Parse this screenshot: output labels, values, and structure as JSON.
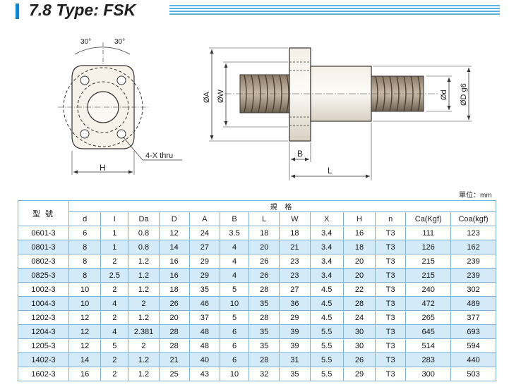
{
  "title": "7.8 Type: FSK",
  "drawing": {
    "angle_left": "30°",
    "angle_right": "30°",
    "label_H": "H",
    "label_holes": "4-X thru",
    "label_phiA": "ØA",
    "label_phiW": "ØW",
    "label_phid": "Ød",
    "label_phiD": "ØD g6",
    "label_B": "B",
    "label_L": "L"
  },
  "unit_note": "單位：mm",
  "table": {
    "model_header": "型 號",
    "spec_header": "規 格",
    "columns": [
      "d",
      "I",
      "Da",
      "D",
      "A",
      "B",
      "L",
      "W",
      "X",
      "H",
      "n",
      "Ca(Kgf)",
      "Coa(kgf)"
    ],
    "rows": [
      [
        "0601-3",
        "6",
        "1",
        "0.8",
        "12",
        "24",
        "3.5",
        "18",
        "18",
        "3.4",
        "16",
        "T3",
        "111",
        "123"
      ],
      [
        "0801-3",
        "8",
        "1",
        "0.8",
        "14",
        "27",
        "4",
        "20",
        "21",
        "3.4",
        "18",
        "T3",
        "126",
        "162"
      ],
      [
        "0802-3",
        "8",
        "2",
        "1.2",
        "16",
        "29",
        "4",
        "26",
        "23",
        "3.4",
        "20",
        "T3",
        "215",
        "239"
      ],
      [
        "0825-3",
        "8",
        "2.5",
        "1.2",
        "16",
        "29",
        "4",
        "26",
        "23",
        "3.4",
        "20",
        "T3",
        "215",
        "239"
      ],
      [
        "1002-3",
        "10",
        "2",
        "1.2",
        "18",
        "35",
        "5",
        "28",
        "27",
        "4.5",
        "22",
        "T3",
        "240",
        "302"
      ],
      [
        "1004-3",
        "10",
        "4",
        "2",
        "26",
        "46",
        "10",
        "35",
        "36",
        "4.5",
        "28",
        "T3",
        "472",
        "489"
      ],
      [
        "1202-3",
        "12",
        "2",
        "1.2",
        "20",
        "37",
        "5",
        "28",
        "29",
        "4.5",
        "24",
        "T3",
        "265",
        "377"
      ],
      [
        "1204-3",
        "12",
        "4",
        "2.381",
        "28",
        "48",
        "6",
        "35",
        "39",
        "5.5",
        "30",
        "T3",
        "645",
        "693"
      ],
      [
        "1205-3",
        "12",
        "5",
        "2",
        "28",
        "48",
        "6",
        "35",
        "39",
        "5.5",
        "30",
        "T3",
        "514",
        "594"
      ],
      [
        "1402-3",
        "14",
        "2",
        "1.2",
        "21",
        "40",
        "6",
        "28",
        "31",
        "5.5",
        "26",
        "T3",
        "283",
        "440"
      ],
      [
        "1602-3",
        "16",
        "2",
        "1.2",
        "25",
        "43",
        "10",
        "32",
        "35",
        "5.5",
        "29",
        "T3",
        "300",
        "503"
      ]
    ]
  }
}
